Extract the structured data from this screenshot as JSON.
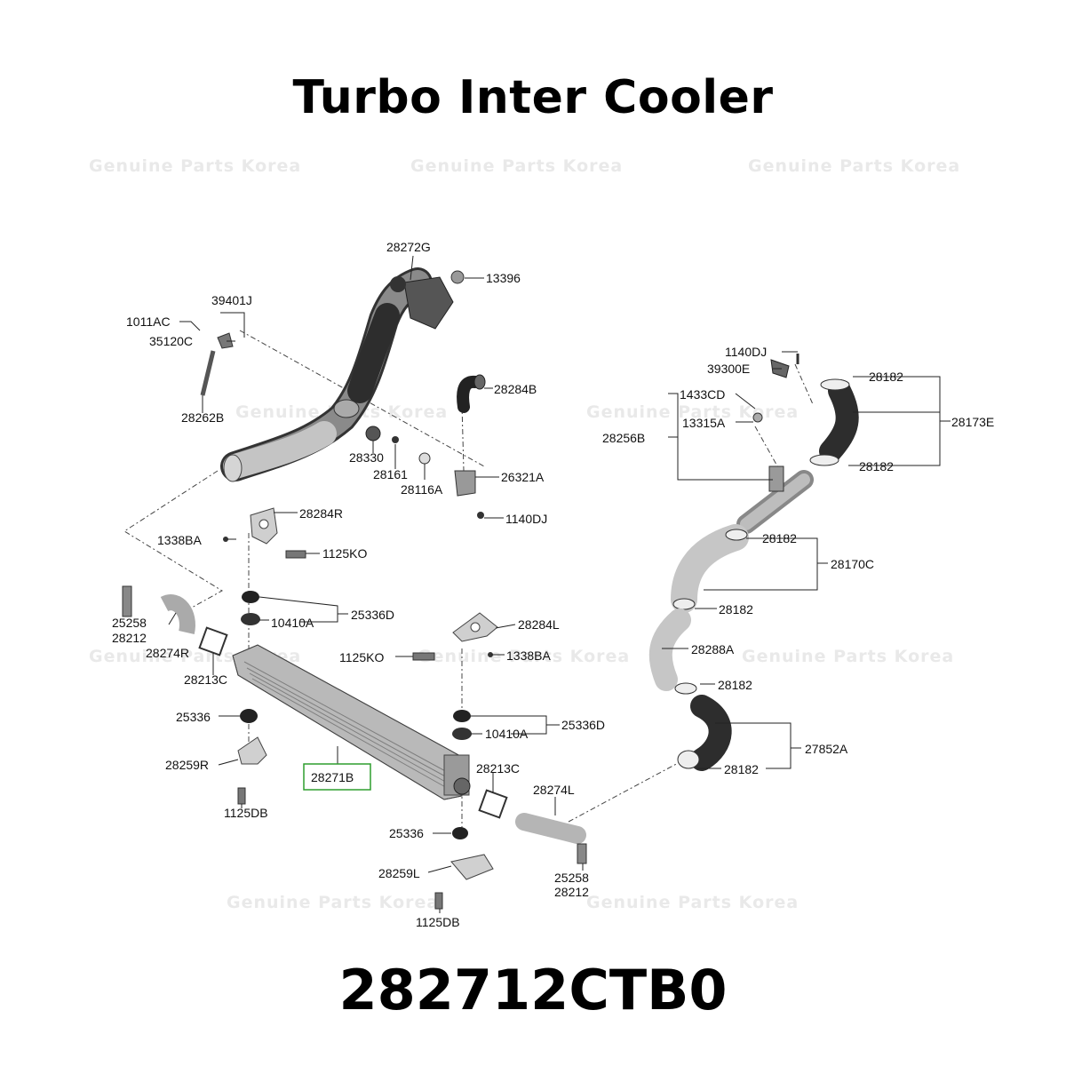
{
  "title": "Turbo Inter Cooler",
  "part_number": "282712CTB0",
  "watermark": "Genuine Parts Korea",
  "highlight_color": "#2e9e2e",
  "labels": {
    "l28272G": "28272G",
    "l13396": "13396",
    "l39401J": "39401J",
    "l1011AC": "1011AC",
    "l35120C": "35120C",
    "l28262B": "28262B",
    "l28284B": "28284B",
    "l28330": "28330",
    "l28161": "28161",
    "l28116A": "28116A",
    "l26321A": "26321A",
    "l1140DJ_a": "1140DJ",
    "l28284R": "28284R",
    "l1338BA_a": "1338BA",
    "l1125KO_a": "1125KO",
    "l25258_a": "25258",
    "l28212_a": "28212",
    "l28274R": "28274R",
    "l10410A_a": "10410A",
    "l25336D_a": "25336D",
    "l28213C_a": "28213C",
    "l28284L": "28284L",
    "l1125KO_b": "1125KO",
    "l1338BA_b": "1338BA",
    "l25336_a": "25336",
    "l28259R": "28259R",
    "l28271B": "28271B",
    "l1125DB_a": "1125DB",
    "l10410A_b": "10410A",
    "l25336D_b": "25336D",
    "l28213C_b": "28213C",
    "l28274L": "28274L",
    "l25336_b": "25336",
    "l28259L": "28259L",
    "l25258_b": "25258",
    "l28212_b": "28212",
    "l1125DB_b": "1125DB",
    "l1140DJ_b": "1140DJ",
    "l39300E": "39300E",
    "l1433CD": "1433CD",
    "l13315A": "13315A",
    "l28256B": "28256B",
    "l28182_a": "28182",
    "l28173E": "28173E",
    "l28182_b": "28182",
    "l28182_c": "28182",
    "l28170C": "28170C",
    "l28182_d": "28182",
    "l28288A": "28288A",
    "l28182_e": "28182",
    "l27852A": "27852A",
    "l28182_f": "28182"
  }
}
